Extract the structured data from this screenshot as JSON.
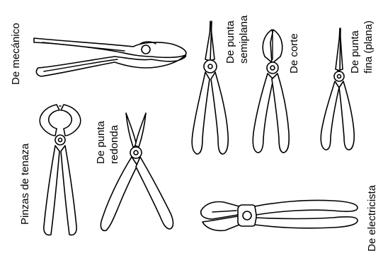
{
  "labels": {
    "mecanico": "De mecánico",
    "semiplana_1": "De punta",
    "semiplana_2": "semiplana",
    "corte": "De corte",
    "fina_1": "De punta",
    "fina_2": "fina (plana)",
    "tenaza": "Pinzas de tenaza",
    "redonda_1": "De punta",
    "redonda_2": "redonda",
    "electricista": "De electricista"
  }
}
